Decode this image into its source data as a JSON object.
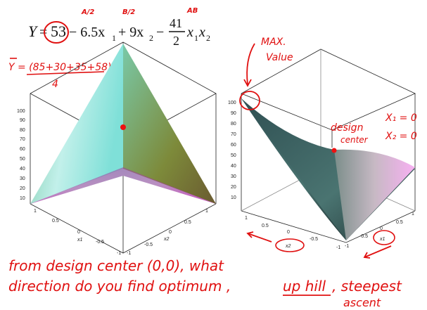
{
  "equation": {
    "lhs": "Y",
    "eq": "=",
    "constant": "53",
    "term1": "− 6.5x",
    "term1_sub": "1",
    "term2": "+ 9x",
    "term2_sub": "2",
    "frac_minus": "−",
    "frac_num": "41",
    "frac_den": "2",
    "term3": "x",
    "term3_sub1": "1",
    "term3_x2": "x",
    "term3_sub2": "2"
  },
  "annotations": {
    "a1_half": "A/2",
    "b_half": "B/2",
    "ab": "AB",
    "ybar_lhs": "Y = (85+30+35+58)",
    "ybar_den": "4",
    "max_line1": "MAX.",
    "max_line2": "Value",
    "design_line1": "design",
    "design_line2": "center",
    "x1_eq": "X₁ = 0",
    "x2_eq": "X₂ = 0",
    "bottom_line1": "from design center (0,0), what",
    "bottom_line2_a": "direction do you find optimum ,",
    "bottom_line2_b": "up hill",
    "bottom_line2_c": ", steepest",
    "bottom_line3": "ascent"
  },
  "left_plot": {
    "z_ticks": [
      "100",
      "90",
      "80",
      "70",
      "60",
      "50",
      "40",
      "30",
      "20",
      "10"
    ],
    "x_ticks": [
      "1",
      "0.5",
      "0",
      "-0.5",
      "-1"
    ],
    "y_ticks": [
      "-1",
      "-0.5",
      "0",
      "0.5",
      "1"
    ],
    "x_label": "x1",
    "y_label": "x2"
  },
  "right_plot": {
    "z_ticks": [
      "100",
      "90",
      "80",
      "70",
      "60",
      "50",
      "40",
      "30",
      "20",
      "10"
    ],
    "x_ticks": [
      "1",
      "0.5",
      "0",
      "-0.5",
      "-1"
    ],
    "y_ticks": [
      "1",
      "0.5",
      "0",
      "-0.5",
      "-1"
    ],
    "x_label": "x2",
    "y_label": "x1"
  }
}
